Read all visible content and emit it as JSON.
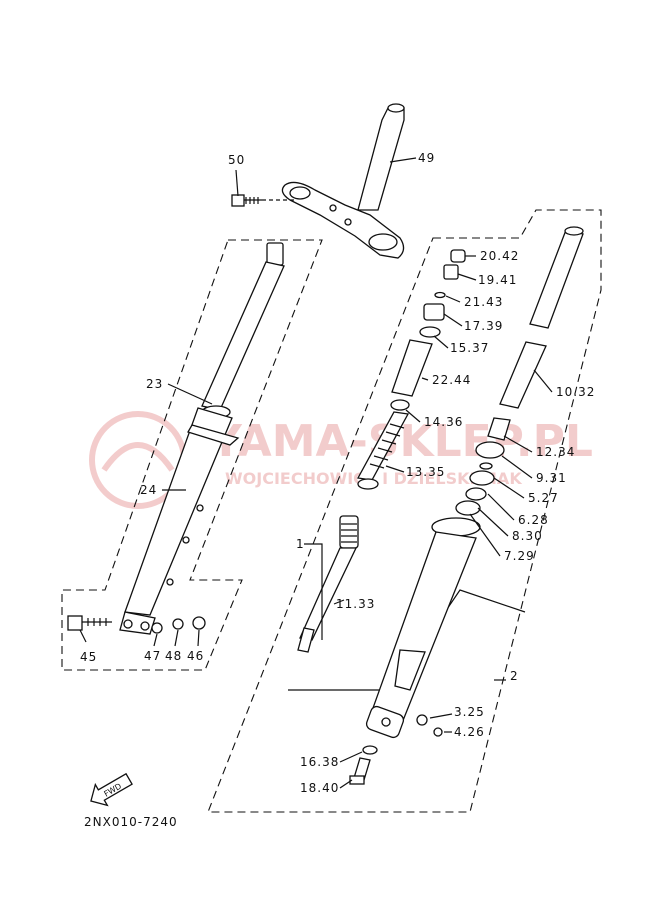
{
  "watermark": {
    "title": "YAMA-SKLEP.PL",
    "subtitle": "WOJCIECHOWICZ I DZIELSKI MAK",
    "color": "#e07070"
  },
  "catalog_code": "2NX010-7240",
  "fwd_label": "FWD",
  "callouts": {
    "c50": "50",
    "c49": "49",
    "c23": "23",
    "c24": "24",
    "c45": "45",
    "c47": "47",
    "c48": "48",
    "c46": "46",
    "c1": "1",
    "c11_33": "11.33",
    "c20_42": "20.42",
    "c19_41": "19.41",
    "c21_43": "21.43",
    "c17_39": "17.39",
    "c15_37": "15.37",
    "c22_44": "22.44",
    "c14_36": "14.36",
    "c13_35": "13.35",
    "c10_32": "10.32",
    "c12_34": "12.34",
    "c9_31": "9.31",
    "c5_27": "5.27",
    "c6_28": "6.28",
    "c8_30": "8.30",
    "c7_29": "7.29",
    "c2": "2",
    "c3_25": "3.25",
    "c4_26": "4.26",
    "c16_38": "16.38",
    "c18_40": "18.40"
  }
}
